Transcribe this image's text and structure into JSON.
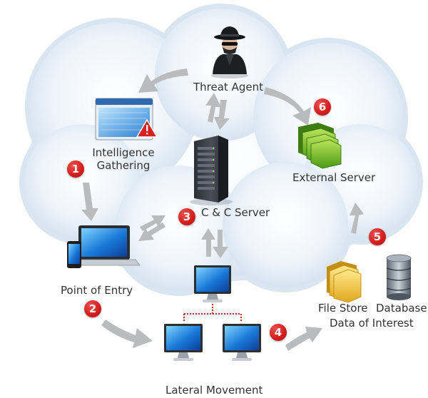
{
  "colors": {
    "cloud": "#dbe8f3",
    "arrow": "#b9bbbd",
    "badge": "#d81f1f",
    "link_dots": "#c62828",
    "text": "#333333"
  },
  "nodes": {
    "threat_agent": {
      "label": "Threat Agent",
      "icon": "spy-icon"
    },
    "intelligence": {
      "label_line1": "Intelligence",
      "label_line2": "Gathering",
      "icon": "web-page-warning-icon"
    },
    "cc_server": {
      "label": "C & C Server",
      "icon": "server-rack-icon"
    },
    "external_server": {
      "label": "External Server",
      "icon": "folders-icon"
    },
    "point_of_entry": {
      "label": "Point of Entry",
      "icon": "laptop-phone-icon"
    },
    "lateral_movement": {
      "label": "Lateral Movement",
      "icon": "monitors-icon"
    },
    "file_store": {
      "label": "File Store",
      "icon": "folder-icon"
    },
    "database": {
      "label": "Database",
      "icon": "database-icon"
    },
    "data_of_interest": {
      "label": "Data of Interest"
    }
  },
  "steps": [
    "1",
    "2",
    "3",
    "4",
    "5",
    "6"
  ]
}
